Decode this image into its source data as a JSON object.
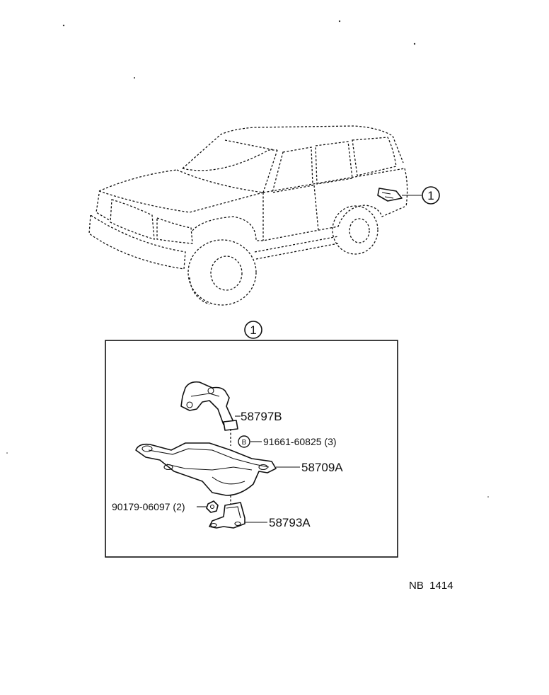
{
  "callout": {
    "number": "1"
  },
  "detail": {
    "callout_number": "1",
    "parts": [
      {
        "id": "58797B"
      },
      {
        "id": "91661-60825 (3)",
        "marker": "B"
      },
      {
        "id": "58709A"
      },
      {
        "id": "90179-06097 (2)"
      },
      {
        "id": "58793A"
      }
    ]
  },
  "footer": {
    "code": "NB  1414"
  }
}
